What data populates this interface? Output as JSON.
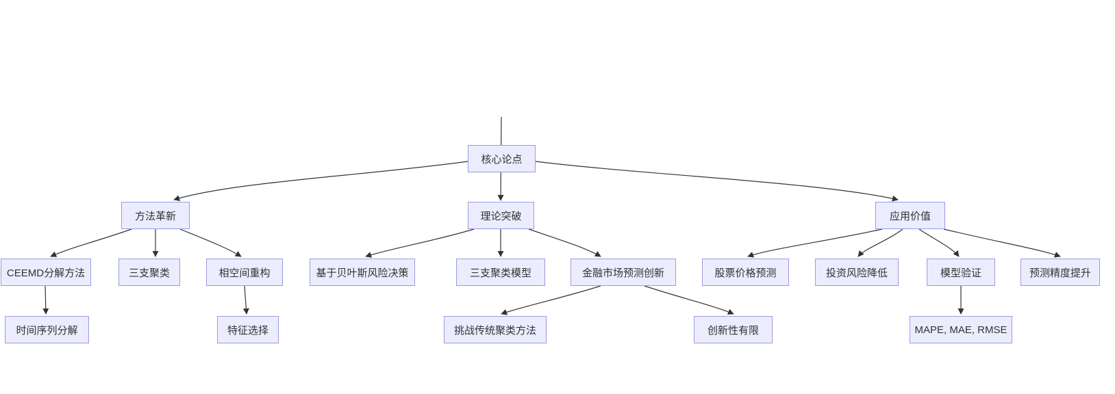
{
  "diagram": {
    "kind": "flowchart",
    "direction": "top-down",
    "colors": {
      "background": "#ffffff",
      "node_fill": "#ECECFF",
      "node_border": "#9A9AE0",
      "edge": "#333333",
      "text": "#333333"
    },
    "nodes": {
      "root": {
        "label": "核心论点"
      },
      "method": {
        "label": "方法革新"
      },
      "theory": {
        "label": "理论突破"
      },
      "application": {
        "label": "应用价值"
      },
      "ceemd": {
        "label": "CEEMD分解方法"
      },
      "twc": {
        "label": "三支聚类"
      },
      "phase": {
        "label": "相空间重构"
      },
      "bayes": {
        "label": "基于贝叶斯风险决策"
      },
      "twcmodel": {
        "label": "三支聚类模型"
      },
      "finance": {
        "label": "金融市场预测创新"
      },
      "stock": {
        "label": "股票价格预测"
      },
      "invest": {
        "label": "投资风险降低"
      },
      "modelval": {
        "label": "模型验证"
      },
      "precision": {
        "label": "预测精度提升"
      },
      "timeseries": {
        "label": "时间序列分解"
      },
      "feature": {
        "label": "特征选择"
      },
      "challenge": {
        "label": "挑战传统聚类方法"
      },
      "limited": {
        "label": "创新性有限"
      },
      "metrics": {
        "label": "MAPE, MAE, RMSE"
      }
    },
    "edges": [
      {
        "from": "root",
        "to": "method"
      },
      {
        "from": "root",
        "to": "theory"
      },
      {
        "from": "root",
        "to": "application"
      },
      {
        "from": "method",
        "to": "ceemd"
      },
      {
        "from": "method",
        "to": "twc"
      },
      {
        "from": "method",
        "to": "phase"
      },
      {
        "from": "theory",
        "to": "bayes"
      },
      {
        "from": "theory",
        "to": "twcmodel"
      },
      {
        "from": "theory",
        "to": "finance"
      },
      {
        "from": "application",
        "to": "stock"
      },
      {
        "from": "application",
        "to": "invest"
      },
      {
        "from": "application",
        "to": "modelval"
      },
      {
        "from": "application",
        "to": "precision"
      },
      {
        "from": "ceemd",
        "to": "timeseries"
      },
      {
        "from": "phase",
        "to": "feature"
      },
      {
        "from": "finance",
        "to": "challenge"
      },
      {
        "from": "finance",
        "to": "limited"
      },
      {
        "from": "modelval",
        "to": "metrics"
      }
    ]
  }
}
